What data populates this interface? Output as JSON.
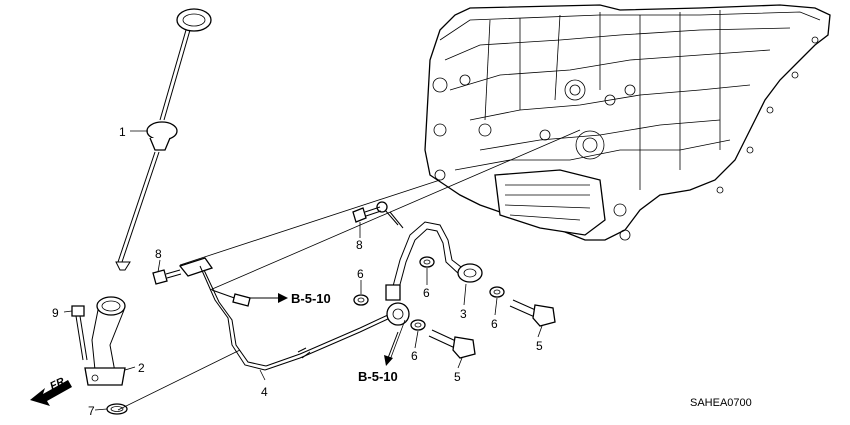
{
  "diagram": {
    "part_numbers": {
      "p1": "1",
      "p2": "2",
      "p3": "3",
      "p4": "4",
      "p5a": "5",
      "p5b": "5",
      "p6a": "6",
      "p6b": "6",
      "p6c": "6",
      "p6d": "6",
      "p7": "7",
      "p8a": "8",
      "p8b": "8",
      "p9": "9"
    },
    "references": {
      "ref_upper": "B-5-10",
      "ref_lower": "B-5-10"
    },
    "direction_label": "FR.",
    "diagram_code": "SAHEA0700"
  }
}
